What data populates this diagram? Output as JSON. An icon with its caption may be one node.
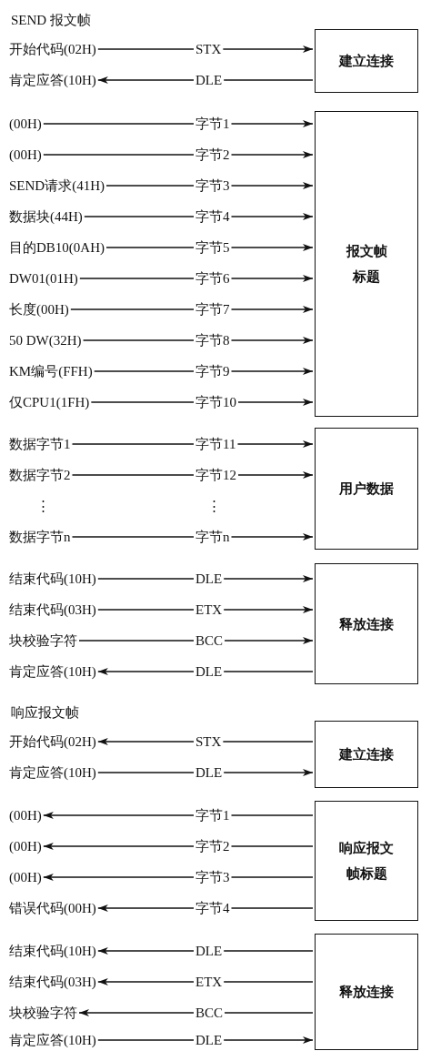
{
  "diagram": {
    "nodes": [
      {
        "text": [
          "开始代码(02H)"
        ]
      },
      {
        "text": [
          "STX"
        ]
      },
      {
        "text": [
          "建立连接"
        ]
      },
      {
        "text": [
          "肯定应答(10H)"
        ]
      },
      {
        "text": [
          "DLE"
        ]
      },
      {
        "text": [
          "(00H)"
        ]
      },
      {
        "text": [
          "字节1"
        ]
      },
      {
        "text": [
          "报文帧标题"
        ]
      },
      {
        "text": [
          "(00H)"
        ]
      },
      {
        "text": [
          "字节2"
        ]
      },
      {
        "text": [
          "SEND请求(41H)"
        ]
      },
      {
        "text": [
          "字节3"
        ]
      },
      {
        "text": [
          "数据块(44H)"
        ]
      },
      {
        "text": [
          "字节4"
        ]
      },
      {
        "text": [
          "目的DB10(0AH)"
        ]
      },
      {
        "text": [
          "字节5"
        ]
      },
      {
        "text": [
          "DW01(01H)"
        ]
      },
      {
        "text": [
          "字节6"
        ]
      },
      {
        "text": [
          "长度(00H)"
        ]
      },
      {
        "text": [
          "字节7"
        ]
      },
      {
        "text": [
          "50 DW(32H)"
        ]
      },
      {
        "text": [
          "字节8"
        ]
      },
      {
        "text": [
          "KM编号(FFH)"
        ]
      },
      {
        "text": [
          "字节9"
        ]
      },
      {
        "text": [
          "仅CPU1(1FH)"
        ]
      },
      {
        "text": [
          "字节10"
        ]
      },
      {
        "text": [
          "数据字节1"
        ]
      },
      {
        "text": [
          "字节11"
        ]
      },
      {
        "text": [
          "用户数据"
        ]
      },
      {
        "text": [
          "数据字节2"
        ]
      },
      {
        "text": [
          "字节12"
        ]
      },
      {
        "text": [
          "数据字节n"
        ]
      },
      {
        "text": [
          "字节n"
        ]
      },
      {
        "text": [
          "结束代码(10H)"
        ]
      },
      {
        "text": [
          "DLE"
        ]
      },
      {
        "text": [
          "释放连接"
        ]
      },
      {
        "text": [
          "结束代码(03H)"
        ]
      },
      {
        "text": [
          "ETX"
        ]
      },
      {
        "text": [
          "块校验字符"
        ]
      },
      {
        "text": [
          "BCC"
        ]
      },
      {
        "text": [
          "肯定应答(10H)"
        ]
      },
      {
        "text": [
          "DLE"
        ]
      },
      {
        "text": [
          "开始代码(02H)"
        ]
      },
      {
        "text": [
          "STX"
        ]
      },
      {
        "text": [
          "建立连接"
        ]
      },
      {
        "text": [
          "肯定应答(10H)"
        ]
      },
      {
        "text": [
          "DLE"
        ]
      },
      {
        "text": [
          "(00H)"
        ]
      },
      {
        "text": [
          "字节1"
        ]
      },
      {
        "text": [
          "响应报文帧标题"
        ]
      },
      {
        "text": [
          "(00H)"
        ]
      },
      {
        "text": [
          "字节2"
        ]
      },
      {
        "text": [
          "(00H)"
        ]
      },
      {
        "text": [
          "字节3"
        ]
      },
      {
        "text": [
          "错误代码(00H)"
        ]
      },
      {
        "text": [
          "字节4"
        ]
      },
      {
        "text": [
          "结束代码(10H)"
        ]
      },
      {
        "text": [
          "DLE"
        ]
      },
      {
        "text": [
          "释放连接"
        ]
      },
      {
        "text": [
          "结束代码(03H)"
        ]
      },
      {
        "text": [
          "ETX"
        ]
      },
      {
        "text": [
          "块校验字符"
        ]
      },
      {
        "text": [
          "BCC"
        ]
      },
      {
        "text": [
          "肯定应答(10H)"
        ]
      },
      {
        "text": [
          "DLE"
        ]
      }
    ],
    "edges": [
      {
        "from": 0,
        "to": 1,
        "arrow": "none"
      },
      {
        "from": 1,
        "to": 2,
        "arrow": "to"
      },
      {
        "from": 4,
        "to": 3,
        "arrow": "to"
      },
      {
        "from": 2,
        "to": 4,
        "arrow": "none"
      },
      {
        "from": 5,
        "to": 6,
        "arrow": "none"
      },
      {
        "from": 6,
        "to": 7,
        "arrow": "to"
      },
      {
        "from": 8,
        "to": 9,
        "arrow": "none"
      },
      {
        "from": 9,
        "to": 7,
        "arrow": "to"
      },
      {
        "from": 10,
        "to": 11,
        "arrow": "none"
      },
      {
        "from": 11,
        "to": 7,
        "arrow": "to"
      },
      {
        "from": 12,
        "to": 13,
        "arrow": "none"
      },
      {
        "from": 13,
        "to": 7,
        "arrow": "to"
      },
      {
        "from": 14,
        "to": 15,
        "arrow": "none"
      },
      {
        "from": 15,
        "to": 7,
        "arrow": "to"
      },
      {
        "from": 16,
        "to": 17,
        "arrow": "none"
      },
      {
        "from": 17,
        "to": 7,
        "arrow": "to"
      },
      {
        "from": 18,
        "to": 19,
        "arrow": "none"
      },
      {
        "from": 19,
        "to": 7,
        "arrow": "to"
      },
      {
        "from": 20,
        "to": 21,
        "arrow": "none"
      },
      {
        "from": 21,
        "to": 7,
        "arrow": "to"
      },
      {
        "from": 22,
        "to": 23,
        "arrow": "none"
      },
      {
        "from": 23,
        "to": 7,
        "arrow": "to"
      },
      {
        "from": 24,
        "to": 25,
        "arrow": "none"
      },
      {
        "from": 25,
        "to": 7,
        "arrow": "to"
      },
      {
        "from": 26,
        "to": 27,
        "arrow": "none"
      },
      {
        "from": 27,
        "to": 28,
        "arrow": "to"
      },
      {
        "from": 29,
        "to": 30,
        "arrow": "none"
      },
      {
        "from": 30,
        "to": 28,
        "arrow": "to"
      },
      {
        "from": 31,
        "to": 32,
        "arrow": "none"
      },
      {
        "from": 32,
        "to": 28,
        "arrow": "to"
      },
      {
        "from": 33,
        "to": 34,
        "arrow": "none"
      },
      {
        "from": 34,
        "to": 35,
        "arrow": "to"
      },
      {
        "from": 36,
        "to": 37,
        "arrow": "none"
      },
      {
        "from": 37,
        "to": 35,
        "arrow": "to"
      },
      {
        "from": 38,
        "to": 39,
        "arrow": "none"
      },
      {
        "from": 39,
        "to": 35,
        "arrow": "to"
      },
      {
        "from": 41,
        "to": 40,
        "arrow": "to"
      },
      {
        "from": 35,
        "to": 41,
        "arrow": "none"
      },
      {
        "from": 43,
        "to": 42,
        "arrow": "to"
      },
      {
        "from": 44,
        "to": 43,
        "arrow": "none"
      },
      {
        "from": 45,
        "to": 46,
        "arrow": "none"
      },
      {
        "from": 46,
        "to": 44,
        "arrow": "to"
      },
      {
        "from": 48,
        "to": 47,
        "arrow": "to"
      },
      {
        "from": 49,
        "to": 48,
        "arrow": "none"
      },
      {
        "from": 51,
        "to": 50,
        "arrow": "to"
      },
      {
        "from": 49,
        "to": 51,
        "arrow": "none"
      },
      {
        "from": 53,
        "to": 52,
        "arrow": "to"
      },
      {
        "from": 49,
        "to": 53,
        "arrow": "none"
      },
      {
        "from": 55,
        "to": 54,
        "arrow": "to"
      },
      {
        "from": 49,
        "to": 55,
        "arrow": "none"
      },
      {
        "from": 57,
        "to": 56,
        "arrow": "to"
      },
      {
        "from": 58,
        "to": 57,
        "arrow": "none"
      },
      {
        "from": 60,
        "to": 59,
        "arrow": "to"
      },
      {
        "from": 58,
        "to": 60,
        "arrow": "none"
      },
      {
        "from": 62,
        "to": 61,
        "arrow": "to"
      },
      {
        "from": 58,
        "to": 62,
        "arrow": "none"
      },
      {
        "from": 63,
        "to": 64,
        "arrow": "none"
      },
      {
        "from": 64,
        "to": 58,
        "arrow": "to"
      }
    ],
    "labels": [
      "SEND 报文帧",
      "⋮",
      "⋮",
      "响应报文帧"
    ]
  }
}
